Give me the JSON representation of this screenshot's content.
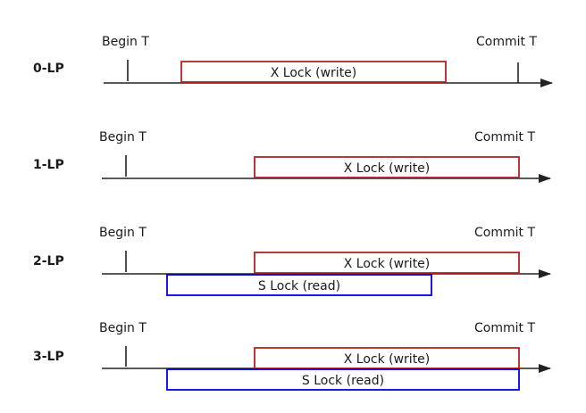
{
  "rows": [
    {
      "level": "0-LP",
      "begin": "Begin T",
      "commit": "Commit T",
      "x_lock": "X Lock (write)"
    },
    {
      "level": "1-LP",
      "begin": "Begin T",
      "commit": "Commit T",
      "x_lock": "X Lock (write)"
    },
    {
      "level": "2-LP",
      "begin": "Begin T",
      "commit": "Commit T",
      "x_lock": "X Lock (write)",
      "s_lock": "S Lock (read)"
    },
    {
      "level": "3-LP",
      "begin": "Begin T",
      "commit": "Commit T",
      "x_lock": "X Lock (write)",
      "s_lock": "S Lock (read)"
    }
  ],
  "colors": {
    "x_lock": "#b22222",
    "s_lock": "#0000dd",
    "axis": "#222222"
  }
}
